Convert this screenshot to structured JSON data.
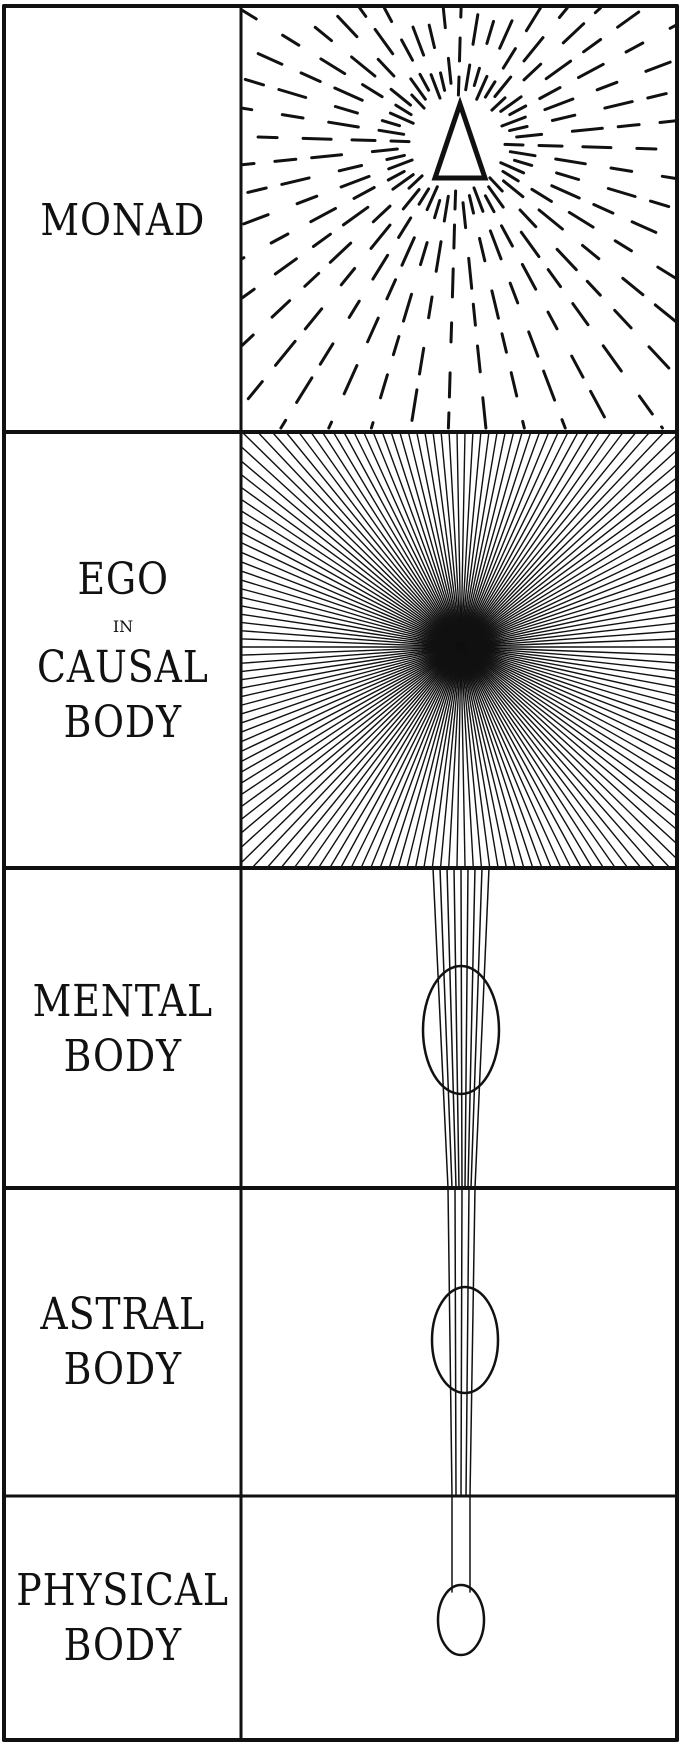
{
  "sections": [
    {
      "id": "monad",
      "lines": [
        "MONAD"
      ]
    },
    {
      "id": "ego",
      "lines": [
        "EGO",
        "IN",
        "CAUSAL",
        "BODY"
      ]
    },
    {
      "id": "mental",
      "lines": [
        "MENTAL",
        "BODY"
      ]
    },
    {
      "id": "astral",
      "lines": [
        "ASTRAL",
        "BODY"
      ]
    },
    {
      "id": "physical",
      "lines": [
        "PHYSICAL",
        "BODY"
      ]
    }
  ],
  "colors": {
    "ink": "#111111",
    "paper": "#ffffff"
  }
}
